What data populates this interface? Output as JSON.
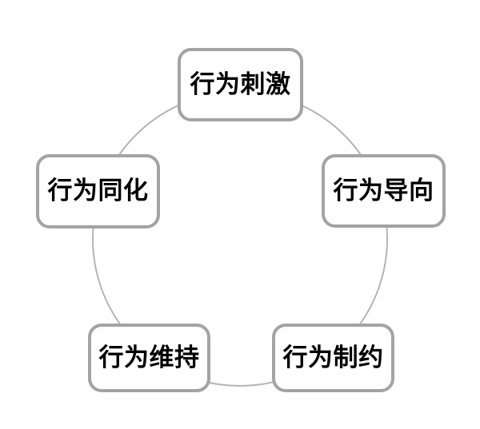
{
  "diagram": {
    "type": "cycle",
    "shape": "circle-ring",
    "ring_color": "#b5b5b5",
    "box_border_color": "#a3a3a3",
    "box_fill_color": "#ffffff",
    "text_color": "#000000",
    "background_color": "#ffffff",
    "nodes": [
      {
        "id": "stimulus",
        "label": "行为刺激",
        "position": "top"
      },
      {
        "id": "guidance",
        "label": "行为导向",
        "position": "right"
      },
      {
        "id": "restraint",
        "label": "行为制约",
        "position": "bottom-right"
      },
      {
        "id": "maintain",
        "label": "行为维持",
        "position": "bottom-left"
      },
      {
        "id": "assimilate",
        "label": "行为同化",
        "position": "left"
      }
    ]
  }
}
